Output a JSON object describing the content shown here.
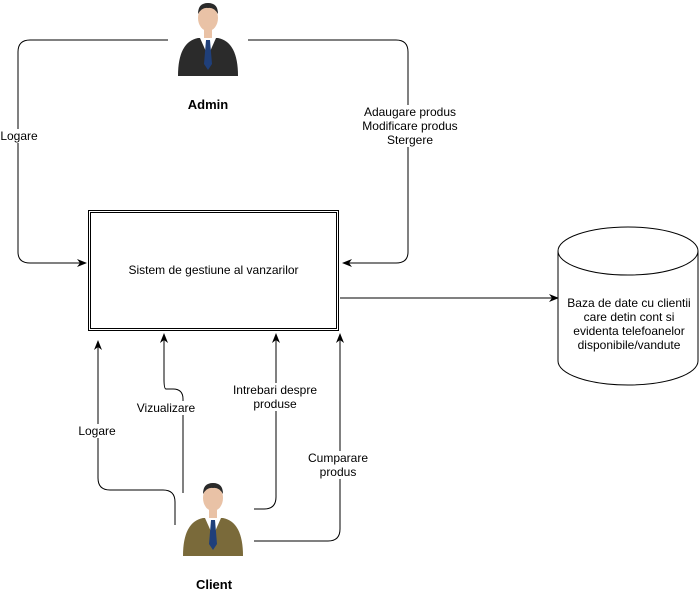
{
  "system": {
    "title": "Sistem de gestiune al vanzarilor"
  },
  "database": {
    "lines": [
      "Baza de date cu clientii",
      "care detin cont si",
      "evidenta telefoanelor",
      "disponibile/vandute"
    ]
  },
  "actors": {
    "admin": {
      "name": "Admin",
      "icon": "businessman-dark-suit-icon"
    },
    "client": {
      "name": "Client",
      "icon": "businessman-olive-suit-icon"
    }
  },
  "edges": {
    "admin_login": "Logare",
    "admin_actions": [
      "Adaugare produs",
      "Modificare produs",
      "Stergere"
    ],
    "client_login": "Logare",
    "client_view": "Vizualizare",
    "client_questions": [
      "Intrebari despre",
      "produse"
    ],
    "client_buy": [
      "Cumparare",
      "produs"
    ]
  },
  "colors": {
    "line": "#000000",
    "admin_suit": "#2b2b2b",
    "client_suit": "#7a6a3a",
    "tie": "#1f3f7a",
    "skin": "#e9c2a6",
    "hair": "#2a2a2a"
  }
}
